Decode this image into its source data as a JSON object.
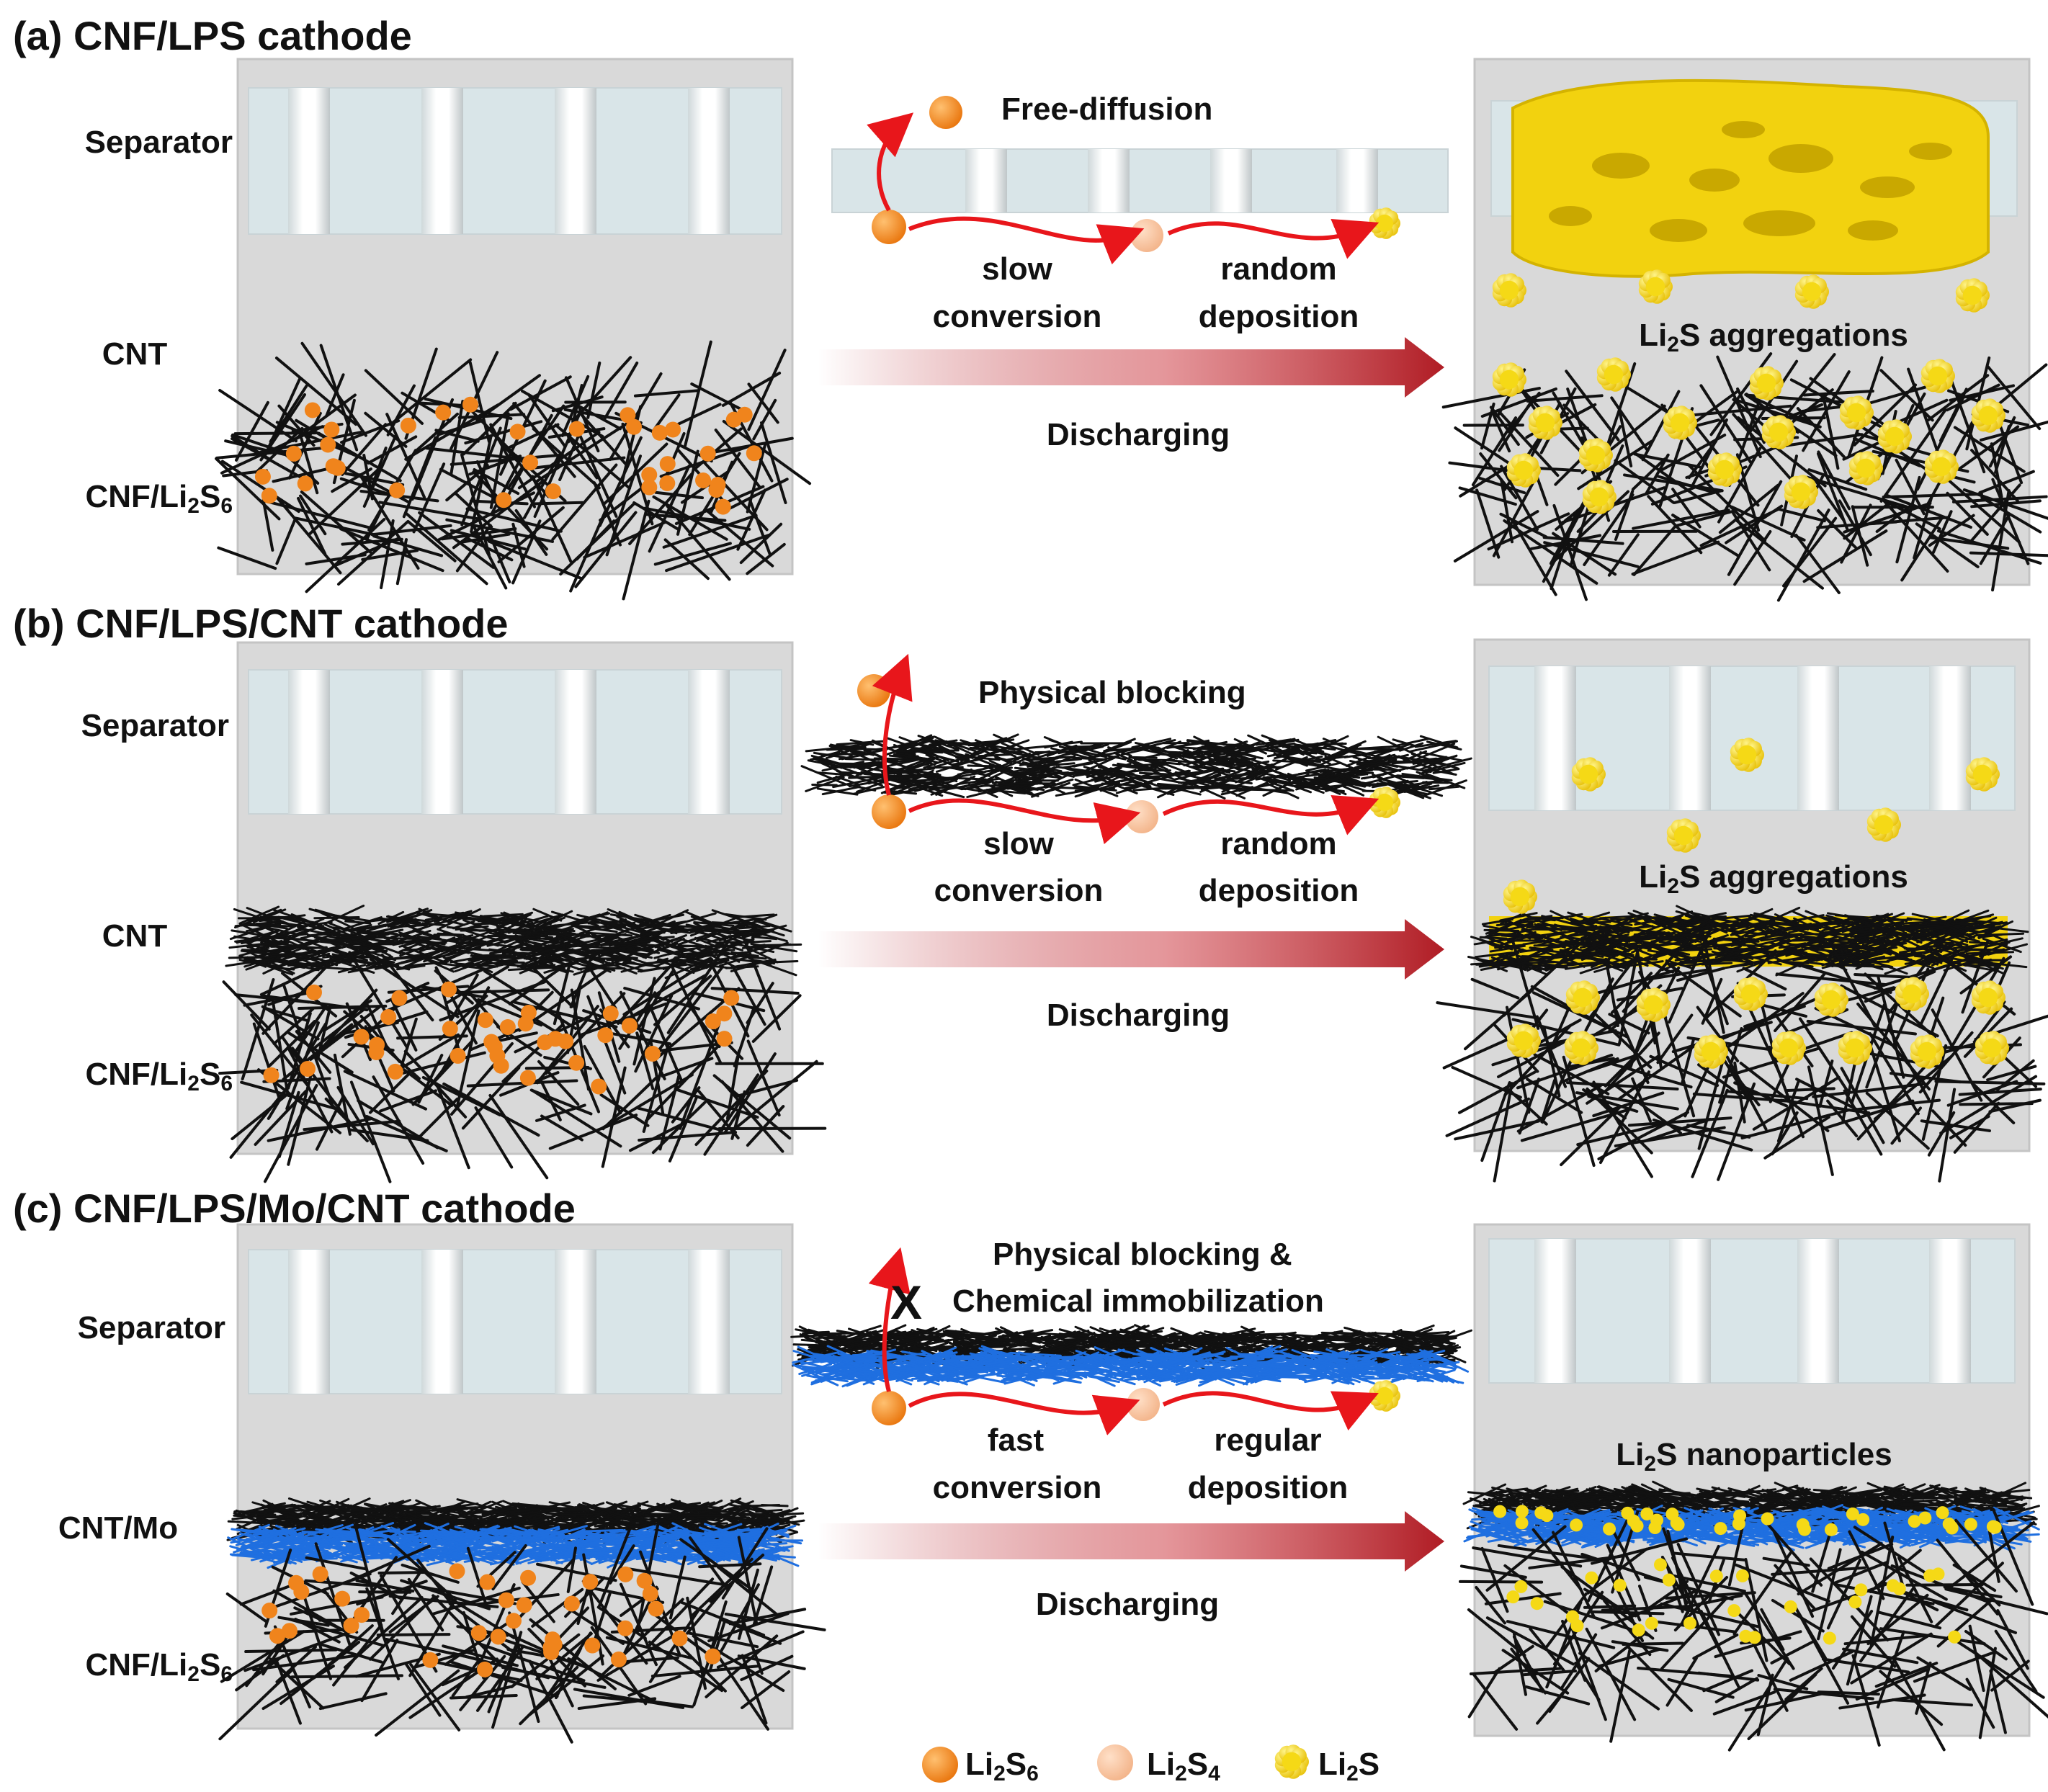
{
  "panels": [
    {
      "title": "(a) CNF/LPS cathode",
      "labels": {
        "separator": "Separator",
        "middle": "CNT",
        "bottom_prefix": "CNF/Li",
        "bottom_sub1": "2",
        "bottom_mid": "S",
        "bottom_sub2": "6"
      },
      "process": {
        "top": "Free-diffusion",
        "left1": "slow",
        "left2": "conversion",
        "right1": "random",
        "right2": "deposition",
        "arrow": "Discharging"
      },
      "result": {
        "prefix": "Li",
        "sub": "2",
        "suffix": "S aggregations"
      }
    },
    {
      "title": "(b) CNF/LPS/CNT cathode",
      "labels": {
        "separator": "Separator",
        "middle": "CNT",
        "bottom_prefix": "CNF/Li",
        "bottom_sub1": "2",
        "bottom_mid": "S",
        "bottom_sub2": "6"
      },
      "process": {
        "top": "Physical blocking",
        "left1": "slow",
        "left2": "conversion",
        "right1": "random",
        "right2": "deposition",
        "arrow": "Discharging"
      },
      "result": {
        "prefix": "Li",
        "sub": "2",
        "suffix": "S aggregations"
      }
    },
    {
      "title": "(c) CNF/LPS/Mo/CNT cathode",
      "labels": {
        "separator": "Separator",
        "middle": "CNT/Mo",
        "bottom_prefix": "CNF/Li",
        "bottom_sub1": "2",
        "bottom_mid": "S",
        "bottom_sub2": "6"
      },
      "process": {
        "top1": "Physical blocking &",
        "top2": "Chemical immobilization",
        "block_mark": "X",
        "left1": "fast",
        "left2": "conversion",
        "right1": "regular",
        "right2": "deposition",
        "arrow": "Discharging"
      },
      "result": {
        "prefix": "Li",
        "sub": "2",
        "suffix": "S nanoparticles"
      }
    }
  ],
  "legend": [
    {
      "prefix": "Li",
      "sub1": "2",
      "mid": "S",
      "sub2": "6",
      "color": "#f0841c"
    },
    {
      "prefix": "Li",
      "sub1": "2",
      "mid": "S",
      "sub2": "4",
      "color": "#f8c29a"
    },
    {
      "prefix": "Li",
      "sub1": "2",
      "mid": "S",
      "sub2": "",
      "color": "#f5d916"
    }
  ],
  "colors": {
    "panel_bg": "#d9d9d9",
    "separator": "#d9e5e8",
    "arrow": "#b01c24",
    "flow": "#e8161b",
    "cnt_mo": "#1f6fe0",
    "li2s": "#f5d916"
  }
}
